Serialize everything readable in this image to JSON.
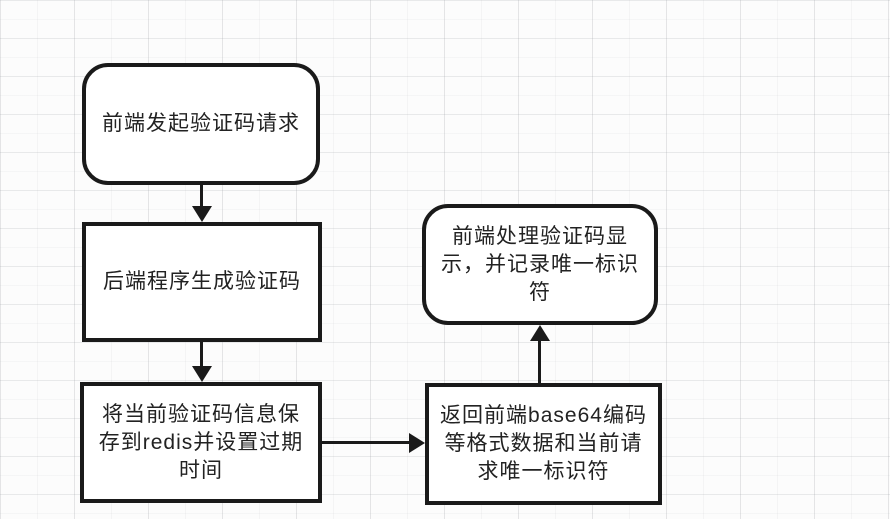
{
  "diagram_type": "flowchart",
  "colors": {
    "background": "#fcfcfc",
    "grid_line": "#e9eaeb",
    "node_fill": "#ffffff",
    "node_border": "#1a1a1a",
    "text": "#222222",
    "arrow": "#1a1a1a"
  },
  "nodes": {
    "frontend_request": {
      "shape": "rounded-rectangle",
      "label": "前端发起验证码请求",
      "lines": [
        "前端发起验证码请求"
      ]
    },
    "backend_generate": {
      "shape": "rectangle",
      "label": "后端程序生成验证码",
      "lines": [
        "后端程序生成验证码"
      ]
    },
    "save_redis": {
      "shape": "rectangle",
      "label": "将当前验证码信息保存到redis并设置过期时间",
      "lines": [
        "将当前验证码信息保",
        "存到redis并设置过期",
        "时间"
      ]
    },
    "return_base64": {
      "shape": "rectangle",
      "label": "返回前端base64编码等格式数据和当前请求唯一标识符",
      "lines": [
        "返回前端base64编码",
        "等格式数据和当前请",
        "求唯一标识符"
      ]
    },
    "frontend_display": {
      "shape": "rounded-rectangle",
      "label": "前端处理验证码显示，并记录唯一标识符",
      "lines": [
        "前端处理验证码显",
        "示，并记录唯一标识",
        "符"
      ]
    }
  },
  "edges": [
    {
      "from": "frontend_request",
      "to": "backend_generate",
      "direction": "down"
    },
    {
      "from": "backend_generate",
      "to": "save_redis",
      "direction": "down"
    },
    {
      "from": "save_redis",
      "to": "return_base64",
      "direction": "right"
    },
    {
      "from": "return_base64",
      "to": "frontend_display",
      "direction": "up"
    }
  ]
}
